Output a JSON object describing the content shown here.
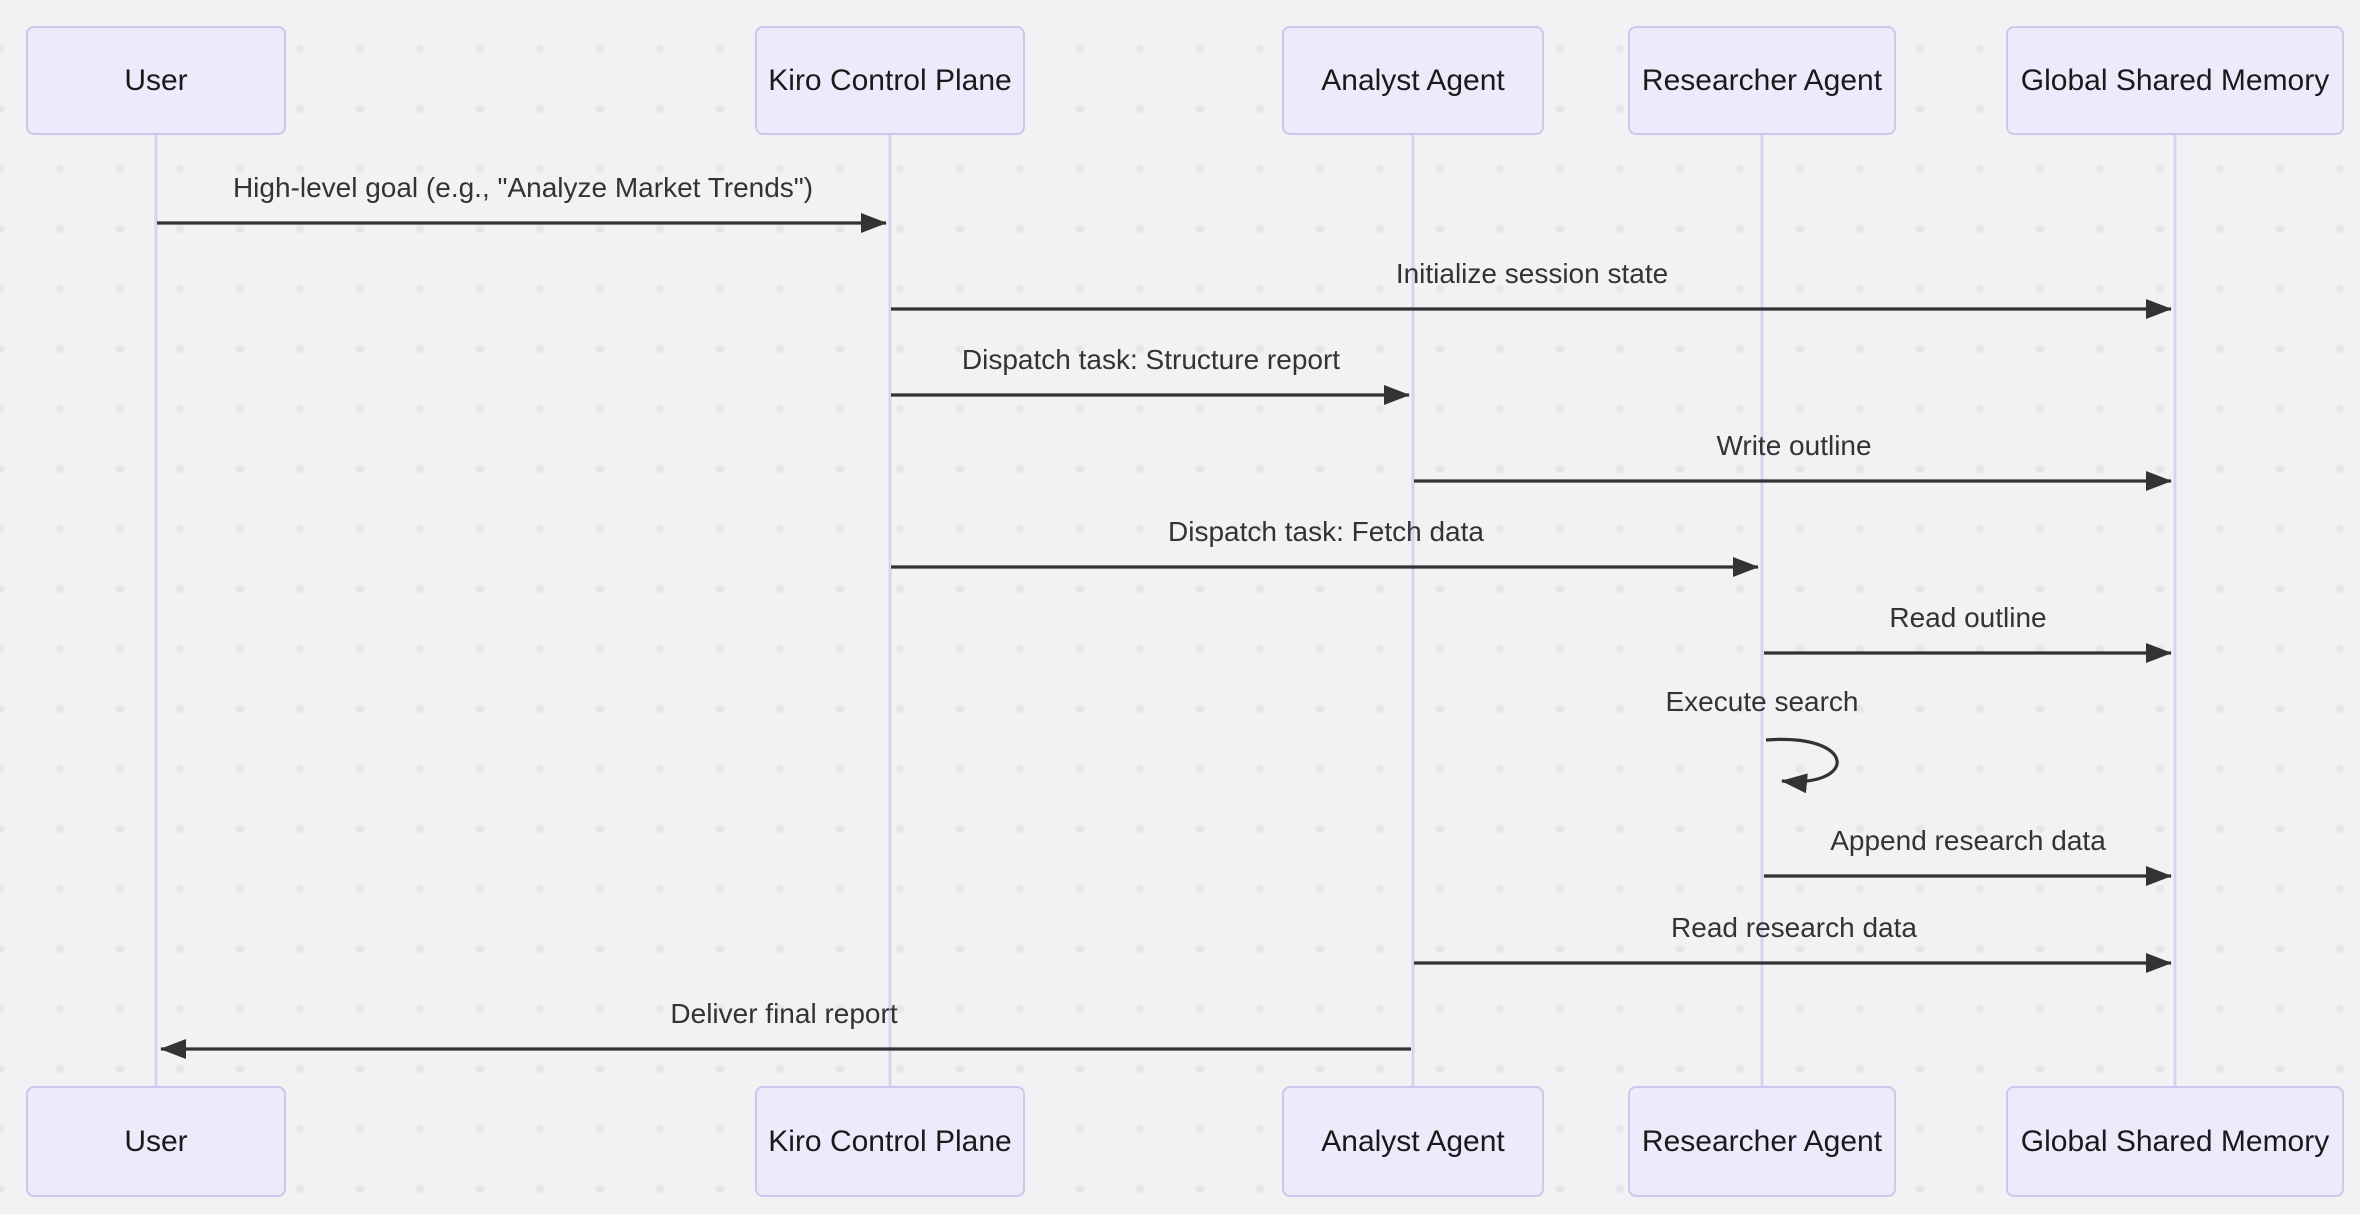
{
  "diagram_type": "sequence-diagram",
  "colors": {
    "background": "#f2f2f4",
    "dot": "#e7e6e9",
    "actor_fill": "#eceafb",
    "actor_border": "#cfc6ee",
    "lifeline": "#d8d1f0",
    "arrow": "#333333",
    "text": "#333333"
  },
  "participants": [
    {
      "id": "user",
      "label": "User"
    },
    {
      "id": "kiro",
      "label": "Kiro Control Plane"
    },
    {
      "id": "analyst",
      "label": "Analyst Agent"
    },
    {
      "id": "researcher",
      "label": "Researcher Agent"
    },
    {
      "id": "memory",
      "label": "Global Shared Memory"
    }
  ],
  "messages": [
    {
      "from": "User",
      "to": "Kiro Control Plane",
      "kind": "solid-arrow",
      "label": "High-level goal (e.g., \"Analyze Market Trends\")"
    },
    {
      "from": "Kiro Control Plane",
      "to": "Global Shared Memory",
      "kind": "solid-arrow",
      "label": "Initialize session state"
    },
    {
      "from": "Kiro Control Plane",
      "to": "Analyst Agent",
      "kind": "solid-arrow",
      "label": "Dispatch task: Structure report"
    },
    {
      "from": "Analyst Agent",
      "to": "Global Shared Memory",
      "kind": "solid-arrow",
      "label": "Write outline"
    },
    {
      "from": "Kiro Control Plane",
      "to": "Researcher Agent",
      "kind": "solid-arrow",
      "label": "Dispatch task: Fetch data"
    },
    {
      "from": "Researcher Agent",
      "to": "Global Shared Memory",
      "kind": "solid-arrow",
      "label": "Read outline"
    },
    {
      "from": "Researcher Agent",
      "to": "Researcher Agent",
      "kind": "self-loop",
      "label": "Execute search"
    },
    {
      "from": "Researcher Agent",
      "to": "Global Shared Memory",
      "kind": "solid-arrow",
      "label": "Append research data"
    },
    {
      "from": "Analyst Agent",
      "to": "Global Shared Memory",
      "kind": "solid-arrow",
      "label": "Read research data"
    },
    {
      "from": "Analyst Agent",
      "to": "User",
      "kind": "solid-arrow",
      "label": "Deliver final report"
    }
  ]
}
